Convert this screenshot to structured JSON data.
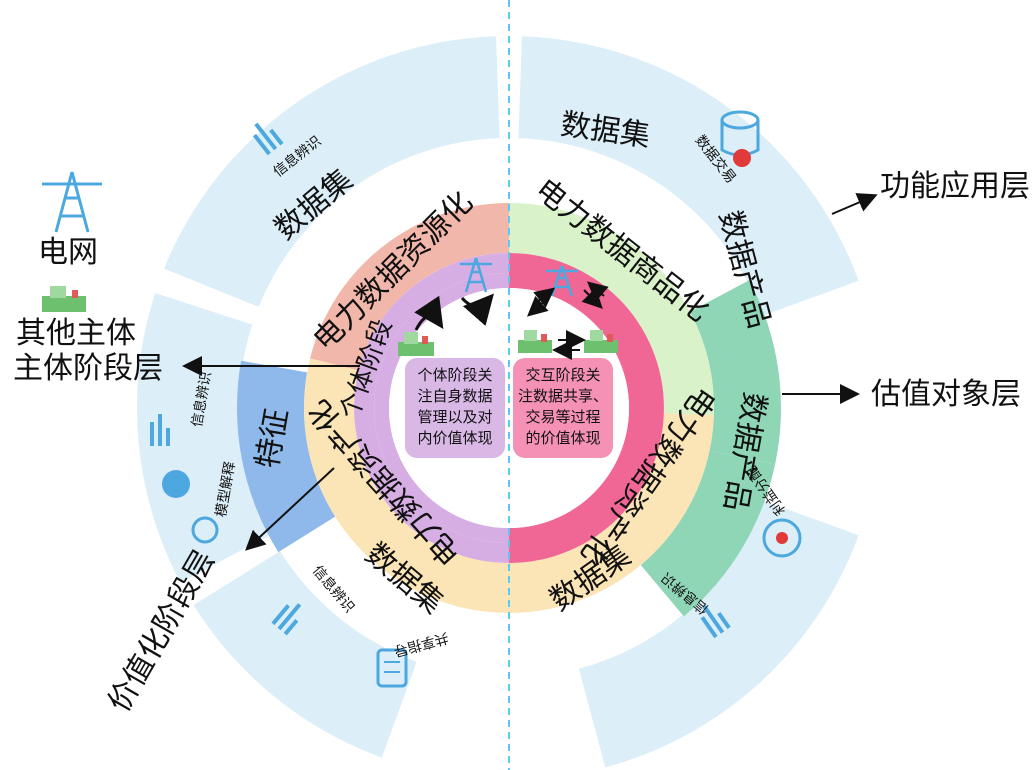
{
  "colors": {
    "outer_blue": "#dceef8",
    "gray_ring": "#a7a8ab",
    "salmon": "#f2b7ab",
    "green_light": "#d9f2c9",
    "teal": "#8fd6b6",
    "blue_feature": "#8fb9ea",
    "yellow": "#fbe4b6",
    "purple": "#d6aee3",
    "pink": "#f06796",
    "center_left": "#d9b8e6",
    "center_right": "#f491b5",
    "icon_blue": "#4ca8de",
    "dash": "#5ec8f0"
  },
  "left_labels": {
    "grid": "电网",
    "other": "其他主体",
    "stage": "主体阶段层",
    "value": "价值化阶段层"
  },
  "right_labels": {
    "function": "功能应用层",
    "valuation": "估值对象层"
  },
  "rings": {
    "dataset_tl": "数据集",
    "dataset_tr": "数据集",
    "dataset_bl": "数据集",
    "dataset_br": "数据集",
    "product_r1": "数据产品",
    "product_r2": "数据产品",
    "feature": "特征",
    "resourcing": "电力数据资源化",
    "commodification": "电力数据商品化",
    "assetization_l": "电力数据资产化",
    "assetization_r": "电力数据资产化",
    "individual_stage": "个体阶段"
  },
  "center": {
    "left_lines": [
      "个体阶段关",
      "注自身数据",
      "管理以及对",
      "内价值体现"
    ],
    "right_lines": [
      "交互阶段关",
      "注数据共享、",
      "交易等过程",
      "的价值体现"
    ]
  },
  "small_labels": {
    "info_identify_tl": "信息辨识",
    "data_trade": "数据交易",
    "info_identify_l": "信息辨识",
    "model_explain": "模型解释",
    "info_identify_bl": "信息辨识",
    "shared_guide": "共享指导",
    "profit_share": "利益分配",
    "info_identify_br": "信息辨识"
  }
}
